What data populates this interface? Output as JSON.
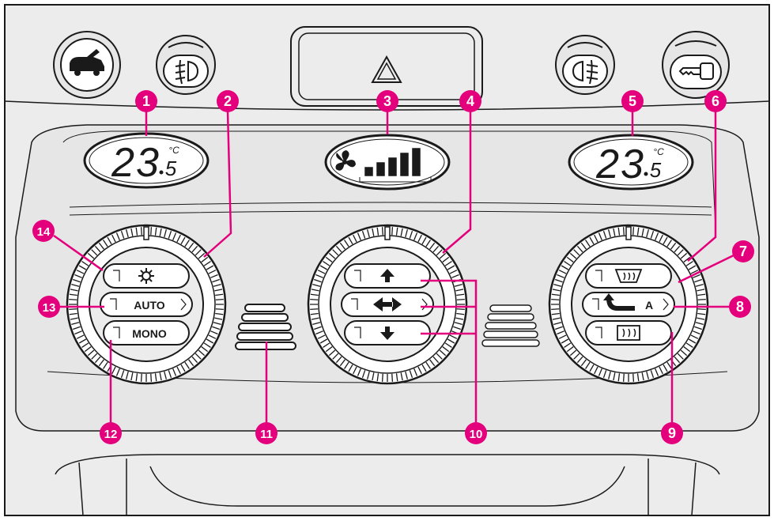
{
  "colors": {
    "panel": "#ececec",
    "line": "#1a1a1a",
    "callout": "#e4007c",
    "callout_text": "#ffffff",
    "display_bg": "#ffffff"
  },
  "top_buttons": [
    {
      "name": "rear-fog-button",
      "icon": "car-boot-icon"
    },
    {
      "name": "front-fog-left-button",
      "icon": "front-fog-light-icon"
    },
    {
      "name": "hazard-button",
      "icon": "hazard-triangle-icon"
    },
    {
      "name": "rear-fog-right-button",
      "icon": "rear-fog-light-icon"
    },
    {
      "name": "key-button",
      "icon": "key-icon"
    }
  ],
  "displays": {
    "left_temp": {
      "digits": "23",
      "decimal": "5",
      "unit": "°C"
    },
    "right_temp": {
      "digits": "23",
      "decimal": "5",
      "unit": "°C"
    },
    "fan_level": 5,
    "fan_level_max": 5
  },
  "left_knob": {
    "buttons": [
      {
        "label": "",
        "icon": "snowflake-icon"
      },
      {
        "label": "AUTO"
      },
      {
        "label": "MONO"
      }
    ]
  },
  "center_knob": {
    "buttons": [
      {
        "icon": "arrow-up-icon"
      },
      {
        "icon": "arrow-left-right-icon"
      },
      {
        "icon": "arrow-down-icon"
      }
    ]
  },
  "right_knob": {
    "buttons": [
      {
        "icon": "windscreen-defrost-icon"
      },
      {
        "label": "A",
        "icon": "recirculation-icon"
      },
      {
        "icon": "rear-window-defrost-icon"
      }
    ]
  },
  "callouts": [
    {
      "n": "1"
    },
    {
      "n": "2"
    },
    {
      "n": "3"
    },
    {
      "n": "4"
    },
    {
      "n": "5"
    },
    {
      "n": "6"
    },
    {
      "n": "7"
    },
    {
      "n": "8"
    },
    {
      "n": "9"
    },
    {
      "n": "10"
    },
    {
      "n": "11"
    },
    {
      "n": "12"
    },
    {
      "n": "13"
    },
    {
      "n": "14"
    }
  ]
}
